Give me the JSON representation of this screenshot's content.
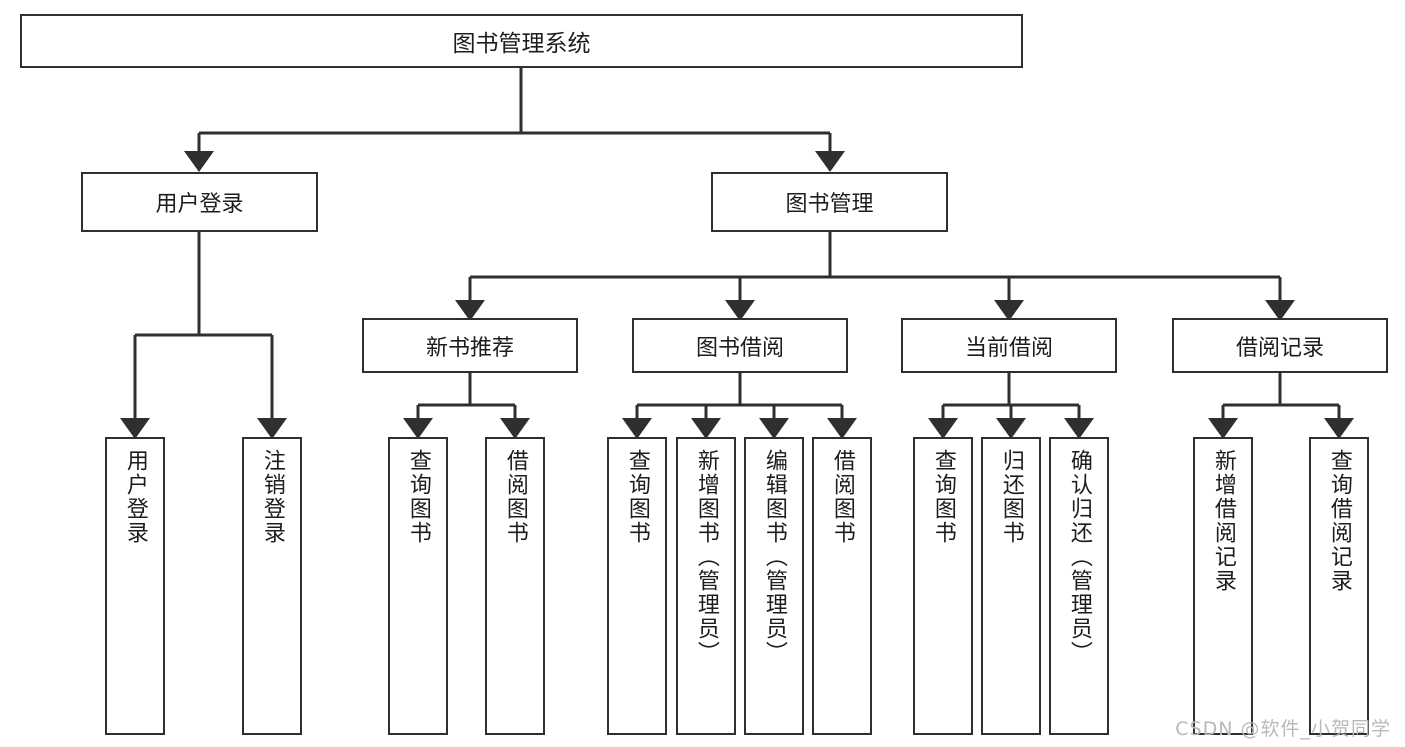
{
  "diagram": {
    "title": "图书管理系统",
    "type": "tree-hierarchy-diagram",
    "watermark": "CSDN @软件_小贺同学",
    "colors": {
      "stroke": "#2f2f2f",
      "fill": "#ffffff",
      "text": "#1d1d1d",
      "watermark": "#b9b9b9"
    },
    "root": {
      "label": "图书管理系统"
    },
    "level1": [
      {
        "id": "user-login",
        "label": "用户登录"
      },
      {
        "id": "book-management",
        "label": "图书管理"
      }
    ],
    "level2": [
      {
        "id": "new-book-recommend",
        "label": "新书推荐",
        "parent": "book-management"
      },
      {
        "id": "book-borrow",
        "label": "图书借阅",
        "parent": "book-management"
      },
      {
        "id": "current-borrow",
        "label": "当前借阅",
        "parent": "book-management"
      },
      {
        "id": "borrow-record",
        "label": "借阅记录",
        "parent": "book-management"
      }
    ],
    "leaves": [
      {
        "id": "leaf-user-login",
        "label": "用户登录",
        "parent": "user-login"
      },
      {
        "id": "leaf-logout-login",
        "label": "注销登录",
        "parent": "user-login"
      },
      {
        "id": "leaf-query-book-1",
        "label": "查询图书",
        "parent": "new-book-recommend"
      },
      {
        "id": "leaf-borrow-book-1",
        "label": "借阅图书",
        "parent": "new-book-recommend"
      },
      {
        "id": "leaf-query-book-2",
        "label": "查询图书",
        "parent": "book-borrow"
      },
      {
        "id": "leaf-add-book",
        "label": "新增图书（管理员）",
        "parent": "book-borrow"
      },
      {
        "id": "leaf-edit-book",
        "label": "编辑图书（管理员）",
        "parent": "book-borrow"
      },
      {
        "id": "leaf-borrow-book-2",
        "label": "借阅图书",
        "parent": "book-borrow"
      },
      {
        "id": "leaf-query-book-3",
        "label": "查询图书",
        "parent": "current-borrow"
      },
      {
        "id": "leaf-return-book",
        "label": "归还图书",
        "parent": "current-borrow"
      },
      {
        "id": "leaf-confirm-return",
        "label": "确认归还（管理员）",
        "parent": "current-borrow"
      },
      {
        "id": "leaf-add-record",
        "label": "新增借阅记录",
        "parent": "borrow-record"
      },
      {
        "id": "leaf-query-record",
        "label": "查询借阅记录",
        "parent": "borrow-record"
      }
    ]
  }
}
